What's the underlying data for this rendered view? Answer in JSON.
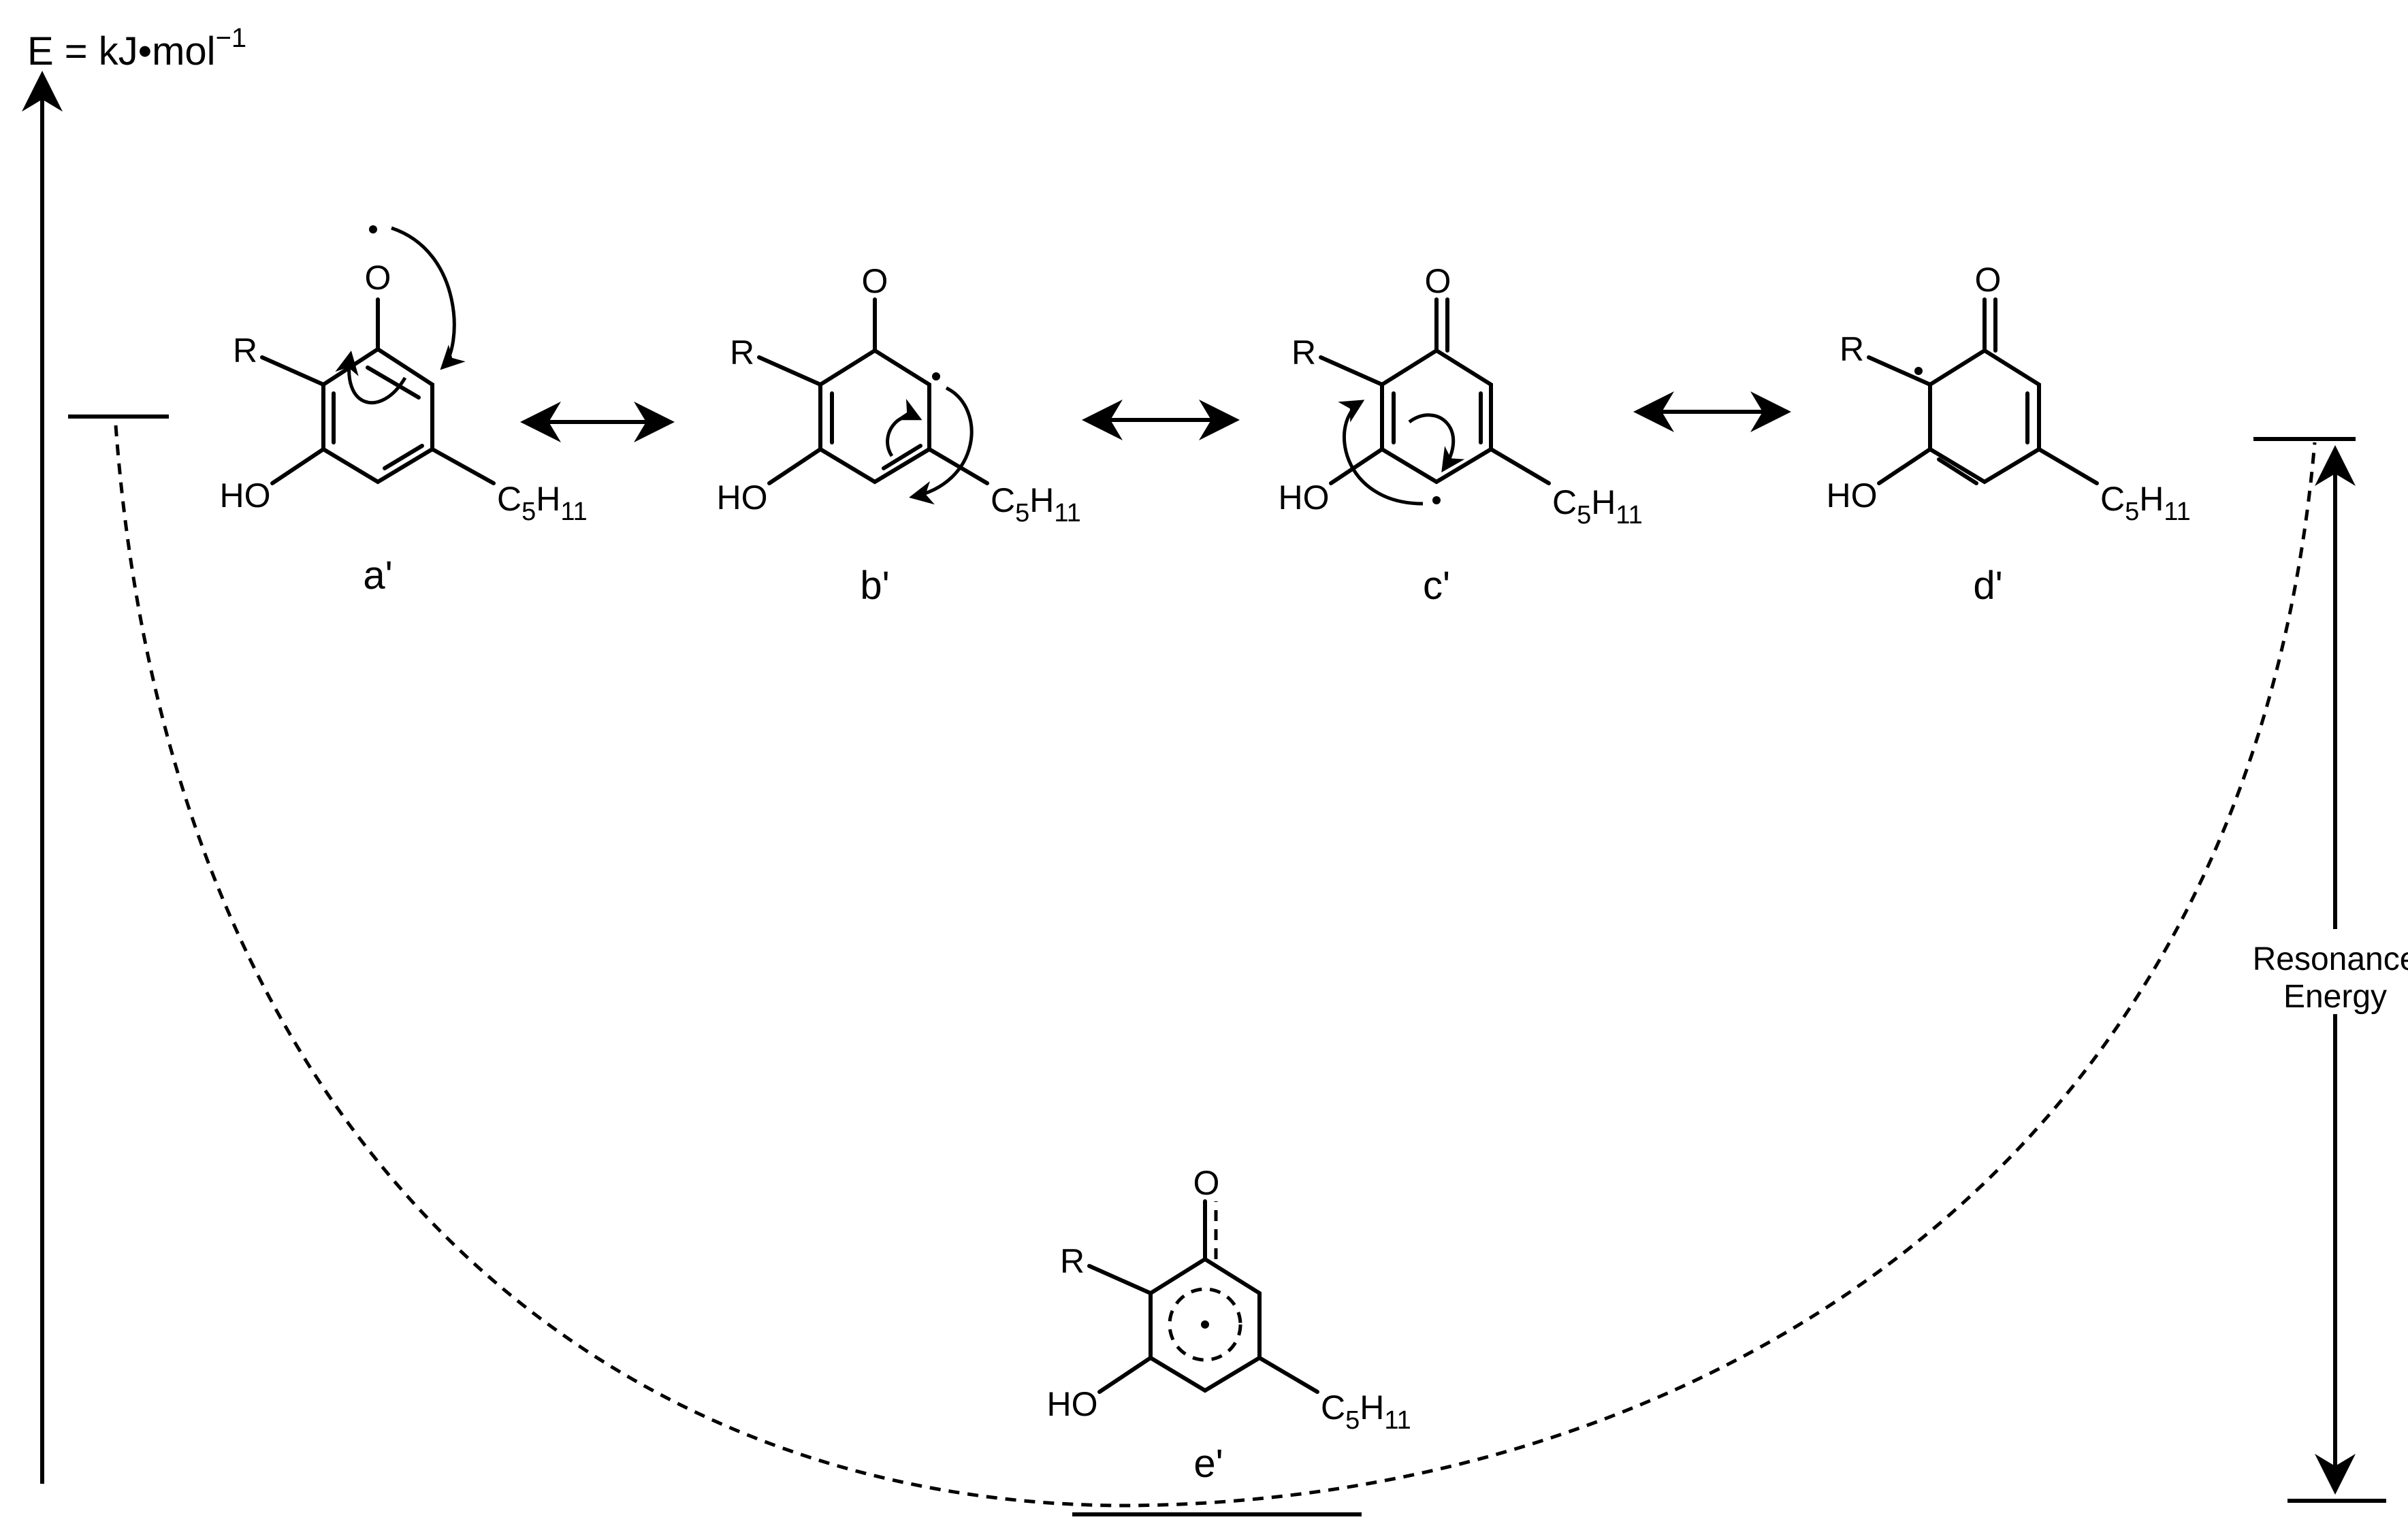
{
  "axis": {
    "energy_label": "E = kJ•mol",
    "energy_exp": "−1"
  },
  "structures": [
    {
      "id": "a",
      "label": "a'"
    },
    {
      "id": "b",
      "label": "b'"
    },
    {
      "id": "c",
      "label": "c'"
    },
    {
      "id": "d",
      "label": "d'"
    },
    {
      "id": "e",
      "label": "e'"
    }
  ],
  "atoms": {
    "oxygen": "O",
    "substituent": "R",
    "hydroxyl": "HO",
    "pentyl_c": "C",
    "pentyl_c_sub": "5",
    "pentyl_h": "H",
    "pentyl_h_sub": "11"
  },
  "resonance_energy": {
    "line1": "Resonance",
    "line2": "Energy"
  },
  "colors": {
    "ink": "#000000",
    "background": "#ffffff"
  }
}
